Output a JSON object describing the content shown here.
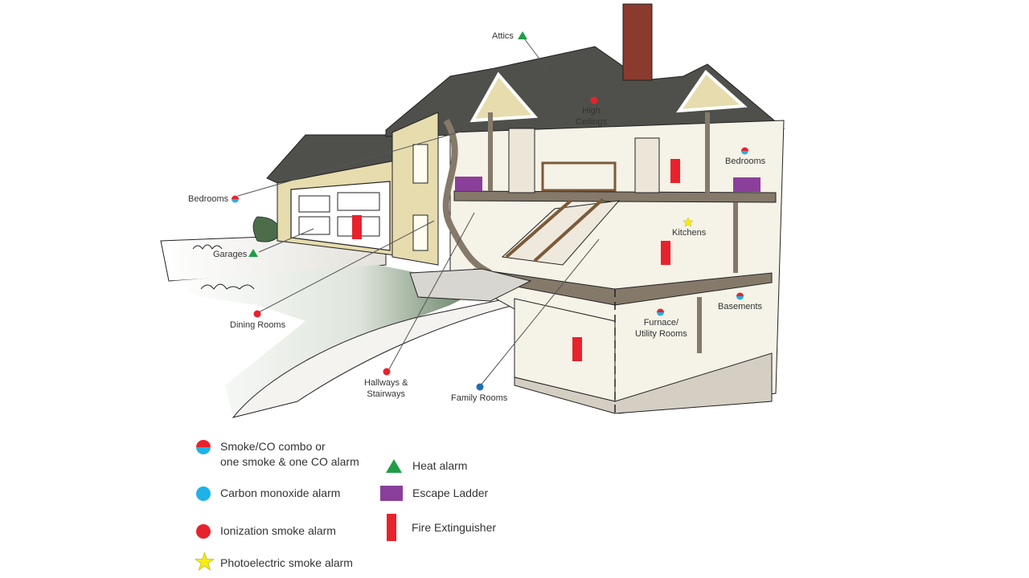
{
  "diagram": {
    "title": "",
    "colors": {
      "smoke_red": "#e8222c",
      "co_blue": "#1eb2ea",
      "family_blue": "#1f6fb5",
      "heat_green": "#1f9d48",
      "ladder_purple": "#8a3f9a",
      "photo_yellow": "#f5ec14",
      "roof": "#4f504b",
      "wall_tan": "#e6dcae",
      "chimney": "#8b3a2e",
      "structure": "#85796a",
      "interior": "#f5f2e7",
      "floor": "#d5cfc3"
    },
    "callouts": [
      {
        "id": "attics",
        "label": "Attics",
        "device": "heat-alarm"
      },
      {
        "id": "high-ceilings",
        "label": "High Ceilings",
        "line1": "High",
        "line2": "Ceilings",
        "device": "ionization-smoke-alarm"
      },
      {
        "id": "bedrooms-left",
        "label": "Bedrooms",
        "device": "smoke-co-combo"
      },
      {
        "id": "bedrooms-right",
        "label": "Bedrooms",
        "device": "smoke-co-combo"
      },
      {
        "id": "garages",
        "label": "Garages",
        "device": "heat-alarm"
      },
      {
        "id": "kitchens",
        "label": "Kitchens",
        "device": "photoelectric-smoke-alarm"
      },
      {
        "id": "dining-rooms",
        "label": "Dining Rooms",
        "device": "ionization-smoke-alarm"
      },
      {
        "id": "basements",
        "label": "Basements",
        "device": "smoke-co-combo"
      },
      {
        "id": "furnace",
        "label": "Furnace/ Utility Rooms",
        "line1": "Furnace/",
        "line2": "Utility Rooms",
        "device": "smoke-co-combo"
      },
      {
        "id": "hallways",
        "label": "Hallways & Stairways",
        "line1": "Hallways &",
        "line2": "Stairways",
        "device": "ionization-smoke-alarm"
      },
      {
        "id": "family-rooms",
        "label": "Family Rooms",
        "device": "co-alarm"
      }
    ],
    "placed_items": [
      {
        "type": "escape-ladder",
        "room": "upstairs-left"
      },
      {
        "type": "escape-ladder",
        "room": "upstairs-right-bedroom"
      },
      {
        "type": "fire-extinguisher",
        "room": "garage"
      },
      {
        "type": "fire-extinguisher",
        "room": "upstairs-hall"
      },
      {
        "type": "fire-extinguisher",
        "room": "kitchen"
      },
      {
        "type": "fire-extinguisher",
        "room": "basement"
      }
    ]
  },
  "legend": {
    "left": [
      {
        "icon": "smoke-co-combo-icon",
        "line1": "Smoke/CO combo or",
        "line2": "one smoke & one CO alarm"
      },
      {
        "icon": "co-alarm-icon",
        "text": "Carbon monoxide alarm"
      },
      {
        "icon": "ionization-alarm-icon",
        "text": "Ionization smoke alarm"
      },
      {
        "icon": "photoelectric-alarm-icon",
        "text": "Photoelectric smoke alarm"
      }
    ],
    "right": [
      {
        "icon": "heat-alarm-icon",
        "text": "Heat alarm"
      },
      {
        "icon": "escape-ladder-icon",
        "text": "Escape Ladder"
      },
      {
        "icon": "fire-extinguisher-icon",
        "text": "Fire Extinguisher"
      }
    ]
  }
}
